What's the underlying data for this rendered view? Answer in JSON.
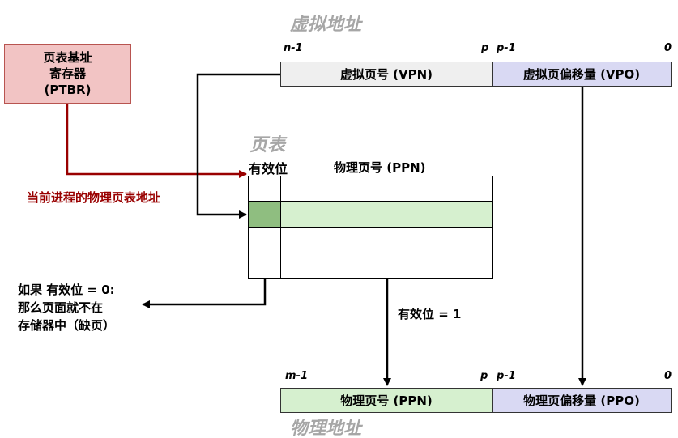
{
  "virtual_address": {
    "heading": "虚拟地址",
    "bit_n1": "n-1",
    "bit_p": "p",
    "bit_p1": "p-1",
    "bit_0": "0",
    "vpn_label": "虚拟页号 (VPN)",
    "vpo_label": "虚拟页偏移量 (VPO)"
  },
  "ptbr": {
    "line1": "页表基址",
    "line2": "寄存器",
    "line3": "(PTBR)"
  },
  "page_table": {
    "heading": "页表",
    "col_valid": "有效位",
    "col_ppn": "物理页号 (PPN)",
    "rows": 4,
    "highlight_row": 1
  },
  "annotations": {
    "current_process": "当前进程的物理页表地址",
    "fault_line1": "如果 有效位 = 0:",
    "fault_line2": "那么页面就不在",
    "fault_line3": "存储器中（缺页）",
    "valid_is_1": "有效位 = 1"
  },
  "physical_address": {
    "heading": "物理地址",
    "bit_m1": "m-1",
    "bit_p": "p",
    "bit_p1": "p-1",
    "bit_0": "0",
    "ppn_label": "物理页号 (PPN)",
    "ppo_label": "物理页偏移量 (PPO)"
  },
  "colors": {
    "ptbr_fill": "#f2c4c4",
    "ptbr_border": "#b85450",
    "vpn_fill": "#efefef",
    "vpo_fill": "#d9d9f3",
    "ppn_fill": "#d6f0cf",
    "valid_fill": "#8fbe80",
    "red_arrow": "#990000",
    "heading_gray": "#a6a6a6"
  }
}
